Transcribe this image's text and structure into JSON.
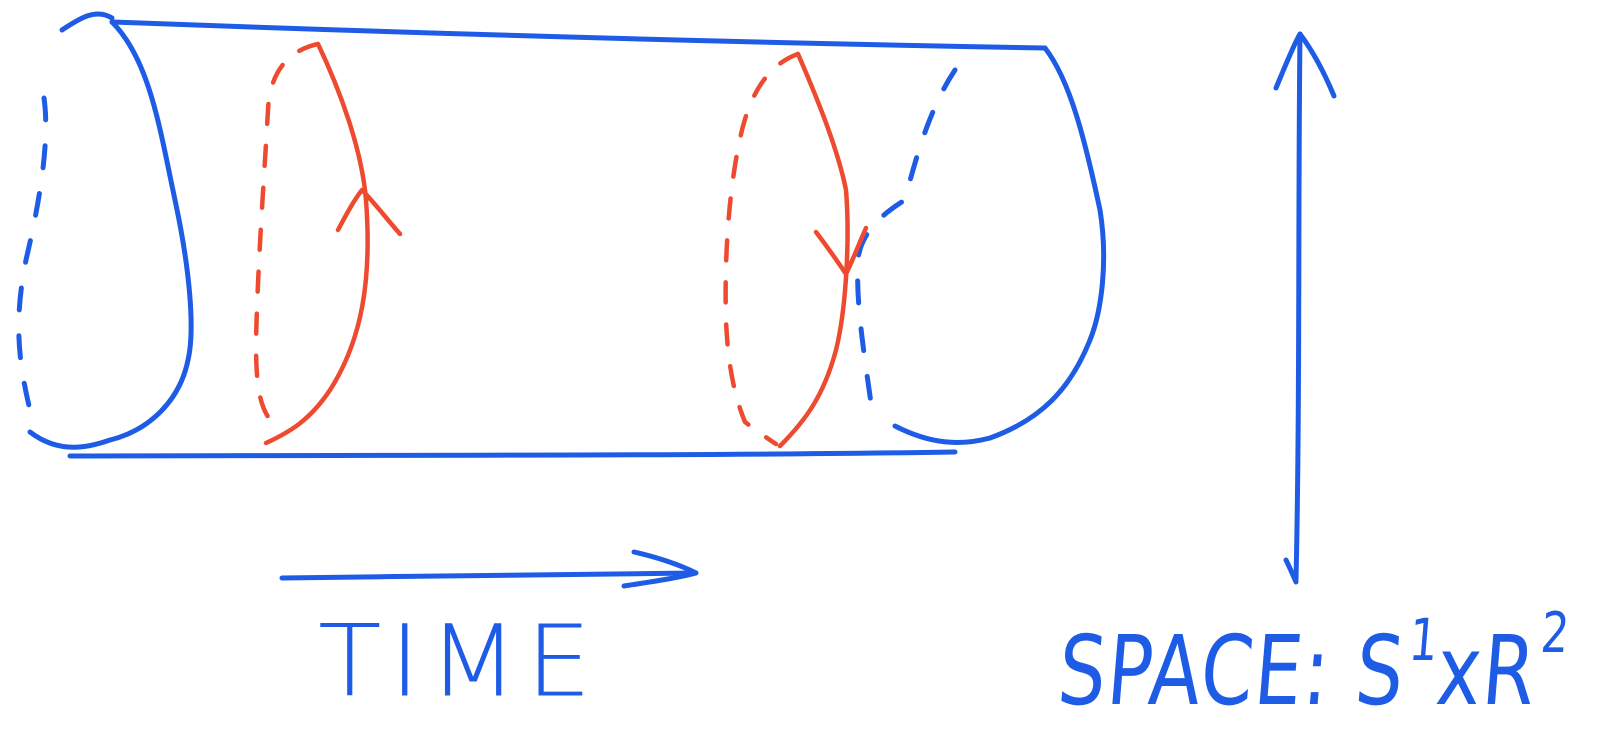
{
  "labels": {
    "time": "TIME",
    "space_prefix": "SPACE: S",
    "space_sup1": "1",
    "space_mid": "xR",
    "space_sup2": "2"
  },
  "colors": {
    "surface_ink": "#1e5ce6",
    "loop_ink": "#ee4a2f",
    "background": "#ffffff"
  },
  "elements": {
    "cylinder": "spacetime cylinder",
    "loop_left_arrow": "arrow-up",
    "loop_right_arrow": "arrow-down",
    "time_arrow": "arrow-right",
    "space_arrow": "double-arrow-vertical"
  }
}
